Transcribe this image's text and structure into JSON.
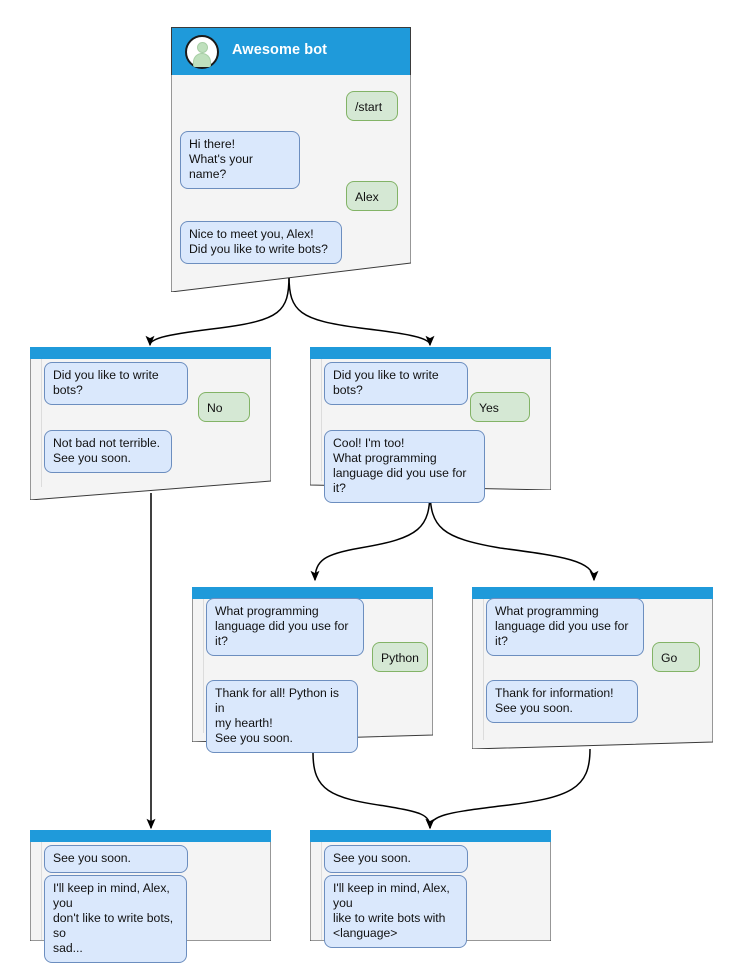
{
  "diagram": {
    "title": "Awesome bot conversation flow",
    "colors": {
      "titlebar": "#1f9ada",
      "window_bg": "#f4f4f4",
      "bot_bubble_fill": "#dae8fc",
      "bot_bubble_border": "#6c8ebf",
      "user_bubble_fill": "#d5e8d4",
      "user_bubble_border": "#82b366",
      "edge": "#000000",
      "frame_border": "#3a3a3a"
    },
    "avatar_icon": "person-icon"
  },
  "nodes": {
    "root": {
      "title": "Awesome bot",
      "messages": [
        {
          "role": "user",
          "text": "/start"
        },
        {
          "role": "bot",
          "text": "Hi there!\nWhat's your name?"
        },
        {
          "role": "user",
          "text": "Alex"
        },
        {
          "role": "bot",
          "text": "Nice to meet you, Alex!\nDid you like to write bots?"
        }
      ]
    },
    "no_branch": {
      "messages": [
        {
          "role": "bot",
          "text": "Did you like to write bots?"
        },
        {
          "role": "user",
          "text": "No"
        },
        {
          "role": "bot",
          "text": "Not bad not terrible.\nSee you soon."
        }
      ]
    },
    "yes_branch": {
      "messages": [
        {
          "role": "bot",
          "text": "Did you like to write bots?"
        },
        {
          "role": "user",
          "text": "Yes"
        },
        {
          "role": "bot",
          "text": "Cool! I'm too!\nWhat programming\nlanguage did you use for it?"
        }
      ]
    },
    "python_branch": {
      "messages": [
        {
          "role": "bot",
          "text": "What programming\nlanguage did you use for it?"
        },
        {
          "role": "user",
          "text": "Python"
        },
        {
          "role": "bot",
          "text": "Thank for all! Python is in\nmy hearth!\nSee you soon."
        }
      ]
    },
    "go_branch": {
      "messages": [
        {
          "role": "bot",
          "text": "What programming\nlanguage did you use for it?"
        },
        {
          "role": "user",
          "text": "Go"
        },
        {
          "role": "bot",
          "text": "Thank for information!\nSee you soon."
        }
      ]
    },
    "end_sad": {
      "messages": [
        {
          "role": "bot",
          "text": "See you soon."
        },
        {
          "role": "bot",
          "text": "I'll keep in mind, Alex, you\ndon't like to write bots, so\nsad..."
        }
      ]
    },
    "end_happy": {
      "messages": [
        {
          "role": "bot",
          "text": "See you soon."
        },
        {
          "role": "bot",
          "text": "I'll keep in mind, Alex, you\nlike to write bots with\n<language>"
        }
      ]
    }
  },
  "edges": [
    {
      "from": "root",
      "to": "no_branch"
    },
    {
      "from": "root",
      "to": "yes_branch"
    },
    {
      "from": "no_branch",
      "to": "end_sad"
    },
    {
      "from": "yes_branch",
      "to": "python_branch"
    },
    {
      "from": "yes_branch",
      "to": "go_branch"
    },
    {
      "from": "python_branch",
      "to": "end_happy"
    },
    {
      "from": "go_branch",
      "to": "end_happy"
    }
  ]
}
